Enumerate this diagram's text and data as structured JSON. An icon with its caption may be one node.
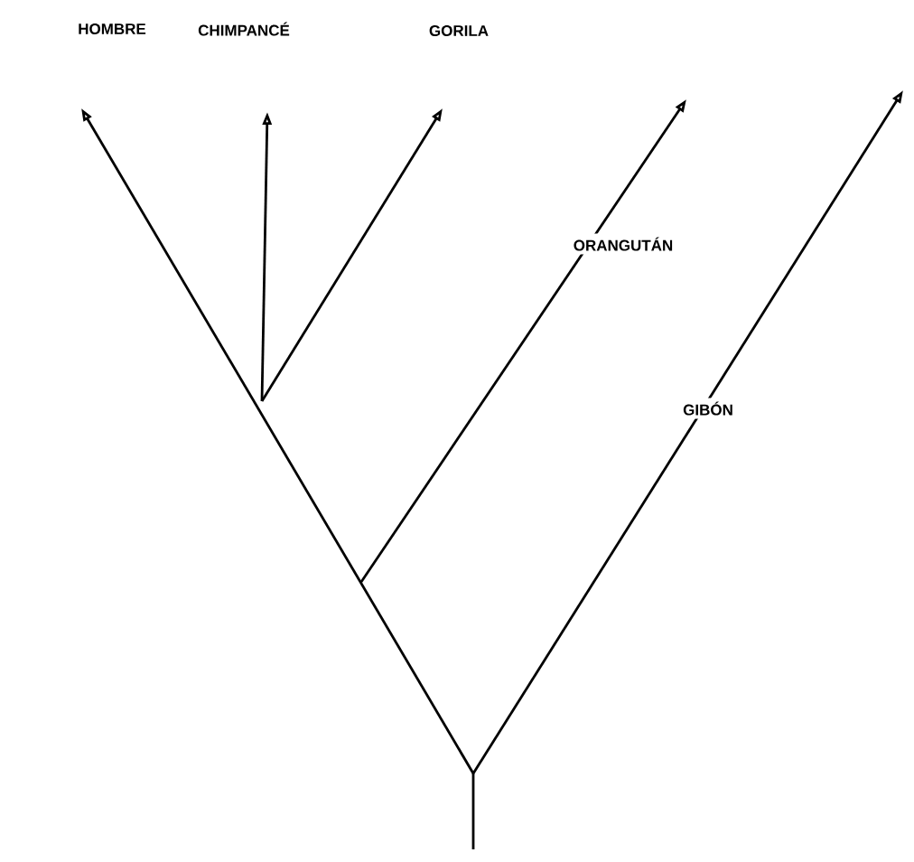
{
  "diagram": {
    "labels": [
      "HOMBRE",
      "CHIMPANCÉ",
      "GORILA",
      "ORANGUTÁN",
      "GIBÓN"
    ]
  }
}
